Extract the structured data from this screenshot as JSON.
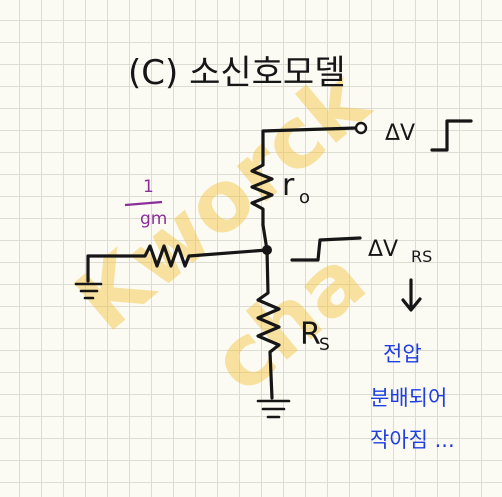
{
  "title": "(C)  소신호모델",
  "components": {
    "r_top_label": "r",
    "r_top_sub": "o",
    "r_left_label_num": "1",
    "r_left_label_den": "gm",
    "r_bottom_label": "R",
    "r_bottom_sub": "S"
  },
  "signals": {
    "delta_v": "ΔV",
    "delta_vrs": "ΔV",
    "delta_vrs_sub": "RS"
  },
  "note": {
    "line1": "전압",
    "line2": "분배되어",
    "line3": "작아짐 ..."
  },
  "watermark": {
    "line1": "Kworck",
    "line2": "cha"
  },
  "colors": {
    "ink": "#161616",
    "purple": "#8a2f9a",
    "blue": "#1f3fe0",
    "watermark": "#f5c23a",
    "paper": "#fbfaf3",
    "grid": "#dcdcd2"
  }
}
